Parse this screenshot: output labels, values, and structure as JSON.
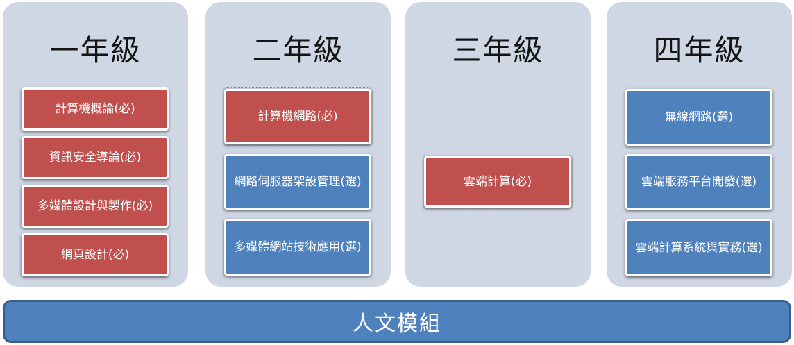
{
  "years": [
    {
      "title": "一年級"
    },
    {
      "title": "二年級"
    },
    {
      "title": "三年級"
    },
    {
      "title": "四年級"
    }
  ],
  "courses": {
    "y1": [
      "計算機概論(必)",
      "資訊安全導論(必)",
      "多媒體設計與製作(必)",
      "網頁設計(必)"
    ],
    "y2": [
      "計算機網路(必)",
      "網路伺服器架設管理(選)",
      "多媒體網站技術應用(選)"
    ],
    "y3": [
      "雲端計算(必)"
    ],
    "y4": [
      "無線網路(選)",
      "雲端服務平台開發(選)",
      "雲端計算系統與實務(選)"
    ]
  },
  "module": {
    "label": "人文模組"
  },
  "colors": {
    "required": "#c0504d",
    "elective": "#4f81bd",
    "column_bg": "#cfd6e4",
    "module_border": "#385d8a"
  }
}
